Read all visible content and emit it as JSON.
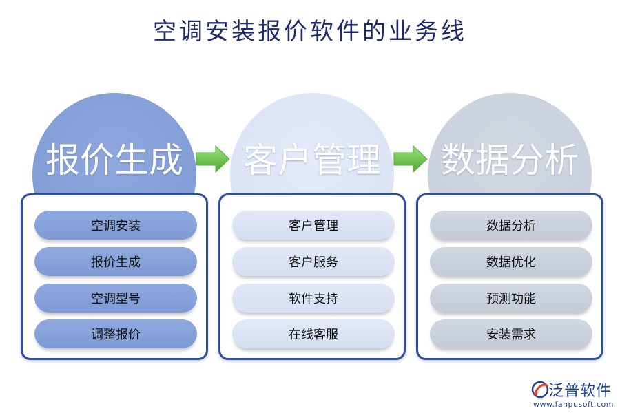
{
  "title": "空调安装报价软件的业务线",
  "columns": [
    {
      "heading": "报价生成",
      "items": [
        "空调安装",
        "报价生成",
        "空调型号",
        "调整报价"
      ]
    },
    {
      "heading": "客户管理",
      "items": [
        "客户管理",
        "客户服务",
        "软件支持",
        "在线客服"
      ]
    },
    {
      "heading": "数据分析",
      "items": [
        "数据分析",
        "数据优化",
        "预测功能",
        "安装需求"
      ]
    }
  ],
  "logo": {
    "name": "泛普软件",
    "url": "www.fanpusoft.com"
  },
  "colors": {
    "title": "#1f2a6b",
    "box_border": "#2f4ea3",
    "col1": "#8ea8de",
    "col2": "#dde4f5",
    "col3": "#ccd2dd",
    "arrow": "#6cc24a"
  },
  "icons": [
    "right-arrow-icon",
    "fanpu-logo-icon"
  ]
}
